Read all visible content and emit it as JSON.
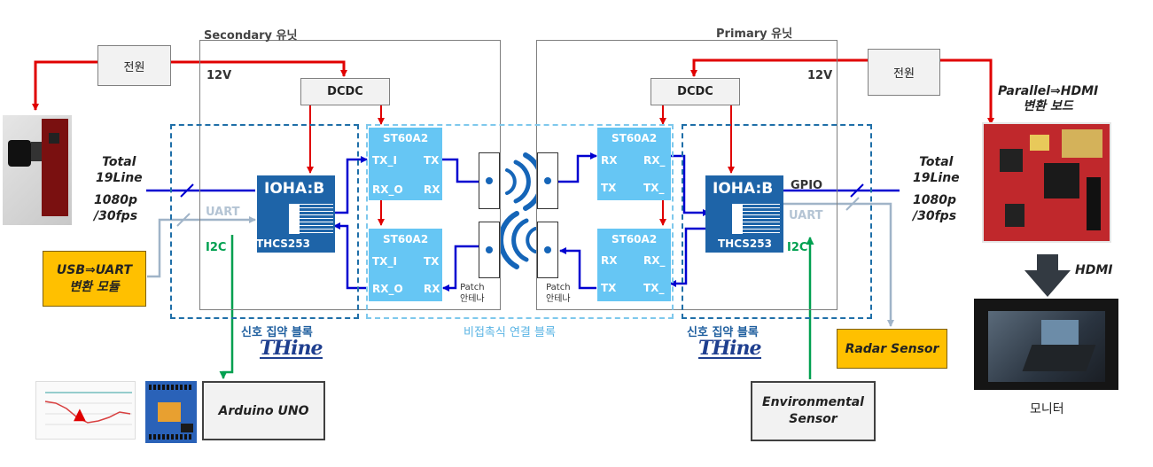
{
  "secondary_unit": {
    "title": "Secondary 유닛",
    "voltage": "12V",
    "dcdc": "DCDC",
    "power": "전원"
  },
  "primary_unit": {
    "title": "Primary 유닛",
    "voltage": "12V",
    "dcdc": "DCDC",
    "power": "전원"
  },
  "ioha_chip": {
    "label": "IOHA:B",
    "part": "THCS253"
  },
  "st60": {
    "label": "ST60A2",
    "tx_i": "TX_I",
    "tx": "TX",
    "rx_o": "RX_O",
    "rx": "RX",
    "rx_": "RX_",
    "tx_": "TX_"
  },
  "antenna": {
    "label": "Patch\n안테나"
  },
  "blocks": {
    "signal_aggregation": "신호 집약 블록",
    "contactless": "비접촉식 연결 블록",
    "brand": "THine"
  },
  "signals": {
    "left_total": "Total\n19Line",
    "left_res": "1080p\n/30fps",
    "right_total": "Total\n19Line",
    "right_res": "1080p\n/30fps",
    "uart": "UART",
    "i2c": "I2C",
    "gpio": "GPIO",
    "hdmi": "HDMI"
  },
  "modules": {
    "usb_uart": "USB⇒UART\n변환 모듈",
    "arduino": "Arduino UNO",
    "radar": "Radar Sensor",
    "env_sensor": "Environmental\nSensor",
    "parallel_board": "Parallel⇒HDMI\n변환 보드",
    "monitor": "모니터"
  },
  "colors": {
    "power_line": "#e00000",
    "signal_line": "#0000d0",
    "i2c_line": "#00a050",
    "uart_line": "#a0b4c8",
    "ioha_blue": "#1e64a8",
    "st60_blue": "#66c6f4",
    "module_yellow": "#ffc000"
  }
}
